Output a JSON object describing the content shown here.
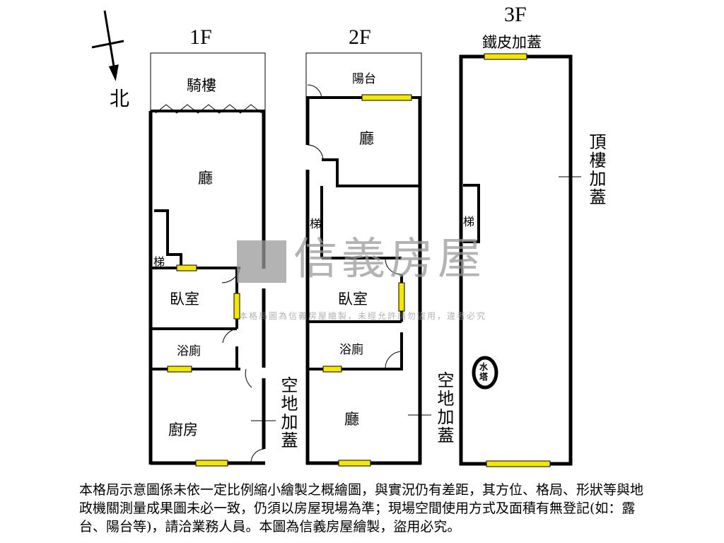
{
  "compass": {
    "label": "北"
  },
  "floors": [
    {
      "name": "1F",
      "rooms": [
        "騎樓",
        "廳",
        "梯",
        "臥室",
        "浴廁",
        "廚房"
      ],
      "annex": "空地加蓋"
    },
    {
      "name": "2F",
      "rooms": [
        "陽台",
        "廳",
        "梯",
        "臥室",
        "浴廁",
        "廳"
      ],
      "annex": "空地加蓋"
    },
    {
      "name": "3F",
      "rooms": [
        "鐵皮加蓋",
        "頂樓加蓋",
        "梯",
        "水塔"
      ]
    }
  ],
  "watermark": {
    "brand": "信義房屋",
    "text": "本格局圖為信義房屋繪製，未經允許請勿盜用，違者必究"
  },
  "note": "本格局示意圖係未依一定比例縮小繪製之概繪圖，與實況仍有差距，其方位、格局、形狀等與地政機關測量成果圖未必一致，仍須以房屋現場為準；現場空間使用方式及面積有無登記(如：露台、陽台等)，請洽業務人員。本圖為信義房屋繪製，盜用必究。",
  "colors": {
    "wall": "#000000",
    "window": "#f5e600",
    "watermark": "#9a9a9a"
  }
}
